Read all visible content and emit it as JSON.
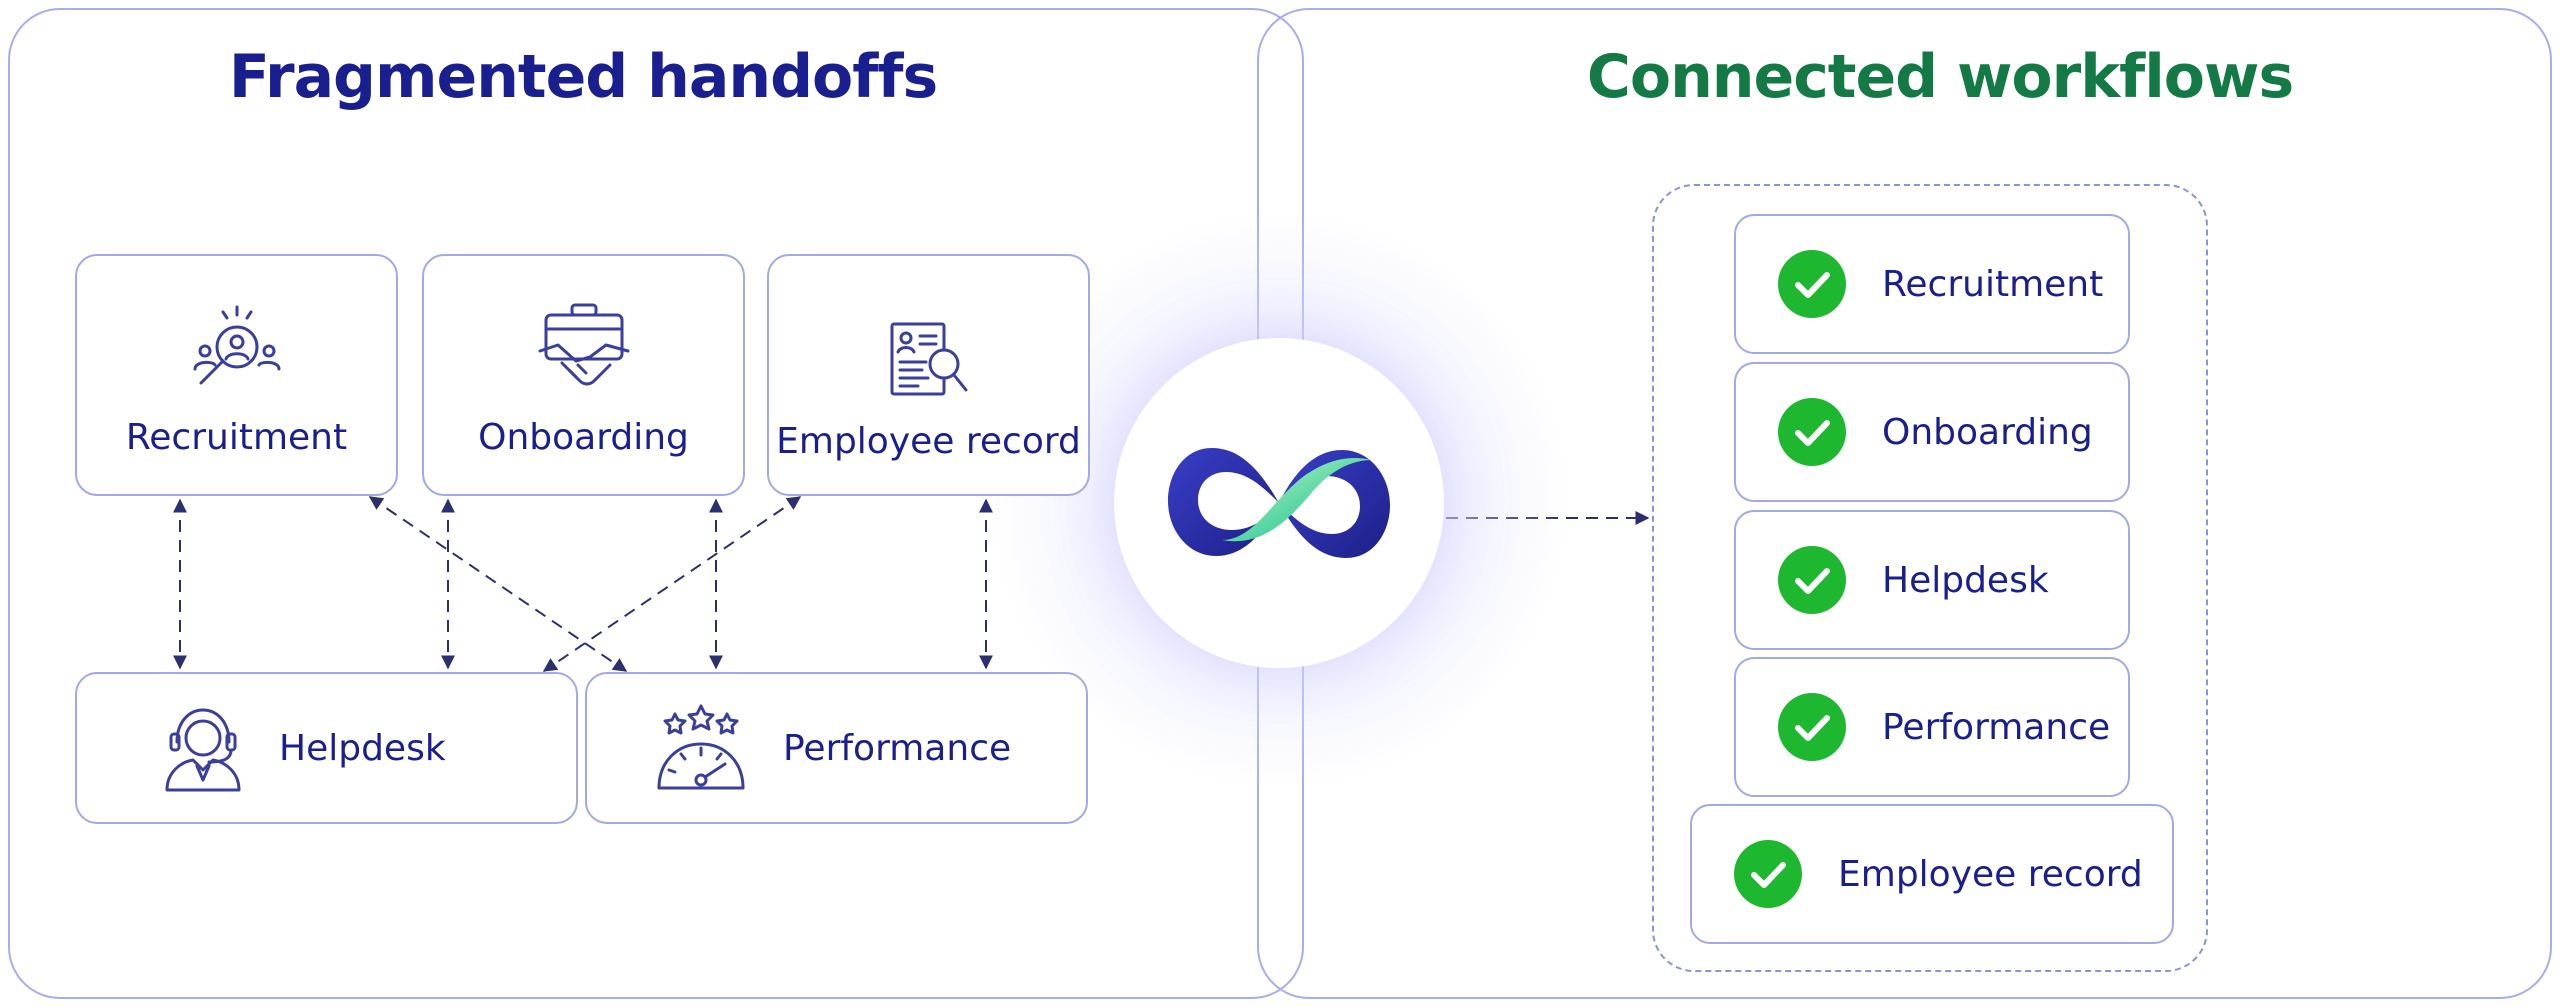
{
  "left_panel": {
    "title": "Fragmented handoffs",
    "cards": {
      "recruitment": "Recruitment",
      "onboarding": "Onboarding",
      "employee_record": "Employee record",
      "helpdesk": "Helpdesk",
      "performance": "Performance"
    },
    "icons": {
      "recruitment": "search-person-icon",
      "onboarding": "briefcase-handshake-icon",
      "employee_record": "document-search-icon",
      "helpdesk": "headset-agent-icon",
      "performance": "stars-gauge-icon"
    }
  },
  "hub": {
    "icon": "infinity-logo-icon"
  },
  "right_panel": {
    "title": "Connected workflows",
    "items": [
      "Recruitment",
      "Onboarding",
      "Helpdesk",
      "Performance",
      "Employee record"
    ],
    "item_icon": "check-circle-icon"
  },
  "colors": {
    "navy": "#1a1f8f",
    "green_title": "#137a45",
    "check_green": "#1db82f",
    "panel_border": "#a7aeef",
    "card_border": "#a2a9e6"
  }
}
